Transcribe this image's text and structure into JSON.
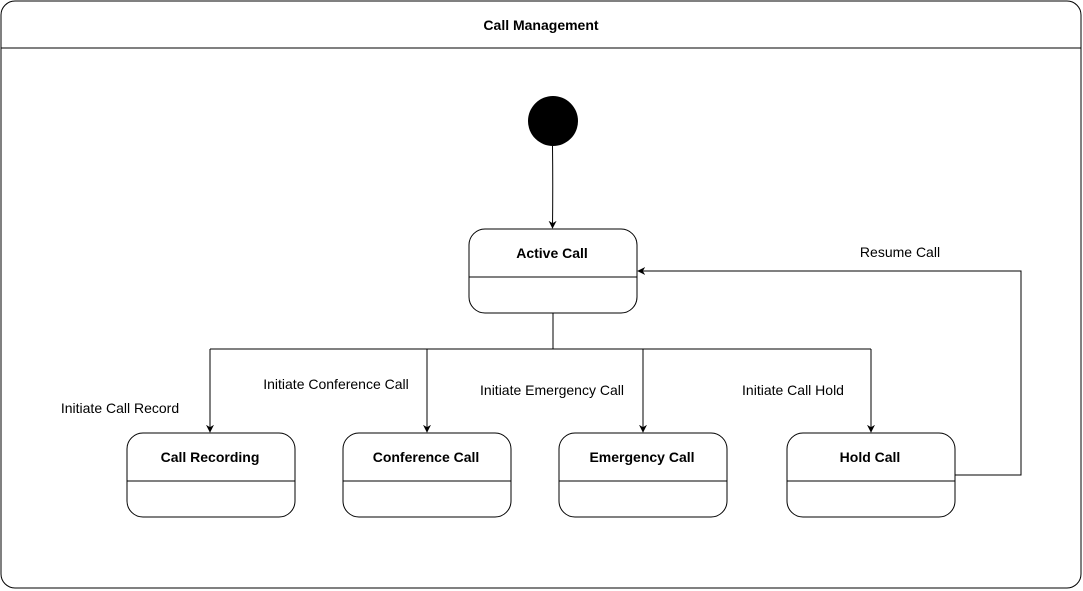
{
  "diagram": {
    "title": "Call Management",
    "states": {
      "active": "Active Call",
      "recording": "Call Recording",
      "conference": "Conference Call",
      "emergency": "Emergency Call",
      "hold": "Hold Call"
    },
    "transitions": {
      "record": "Initiate Call Record",
      "conference": "Initiate Conference Call",
      "emergency": "Initiate Emergency Call",
      "hold": "Initiate Call Hold",
      "resume": "Resume Call"
    }
  },
  "colors": {
    "stroke": "#000000",
    "fill": "#ffffff",
    "initial": "#000000"
  }
}
